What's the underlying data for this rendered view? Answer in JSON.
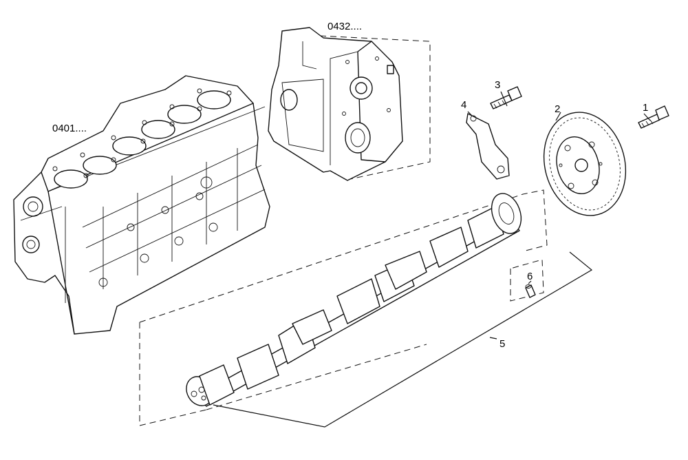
{
  "callouts": {
    "block_ref": "0401....",
    "cover_ref": "0432....",
    "item_1": "1",
    "item_2": "2",
    "item_3": "3",
    "item_4": "4",
    "item_5": "5",
    "item_6": "6"
  }
}
